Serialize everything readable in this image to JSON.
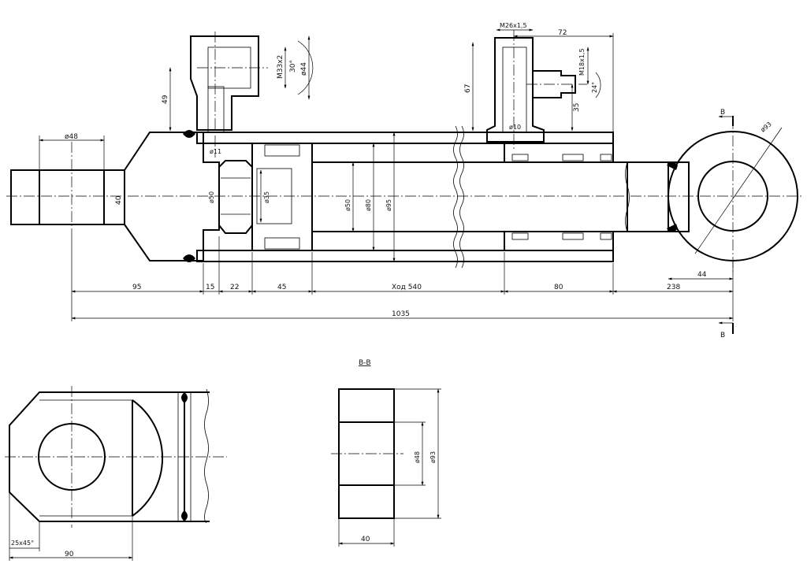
{
  "section_label": "В-В",
  "cut_letters": {
    "top": "В",
    "bottom": "В"
  },
  "dimensions": {
    "d48_pin": "ø48",
    "w40_mount": "40",
    "h49": "49",
    "m33": "M33x2",
    "a30": "30°",
    "d44": "ø44",
    "d11": "ø11",
    "d50_piston": "ø50",
    "d35": "ø35",
    "d50_rod": "ø50",
    "d80": "ø80",
    "d95": "ø95",
    "m26": "M26x1,5",
    "w72": "72",
    "m18": "M18x1,5",
    "a24": "24°",
    "h67": "67",
    "h35": "35",
    "d10": "ø10",
    "d93": "ø93",
    "w44": "44",
    "l95": "95",
    "l15": "15",
    "l22": "22",
    "l45": "45",
    "stroke": "Ход 540",
    "l80": "80",
    "l238": "238",
    "l1035": "1035",
    "chamfer": "25x45°",
    "l90": "90",
    "sec_d48": "ø48",
    "sec_d93": "ø93",
    "sec_w40": "40"
  }
}
